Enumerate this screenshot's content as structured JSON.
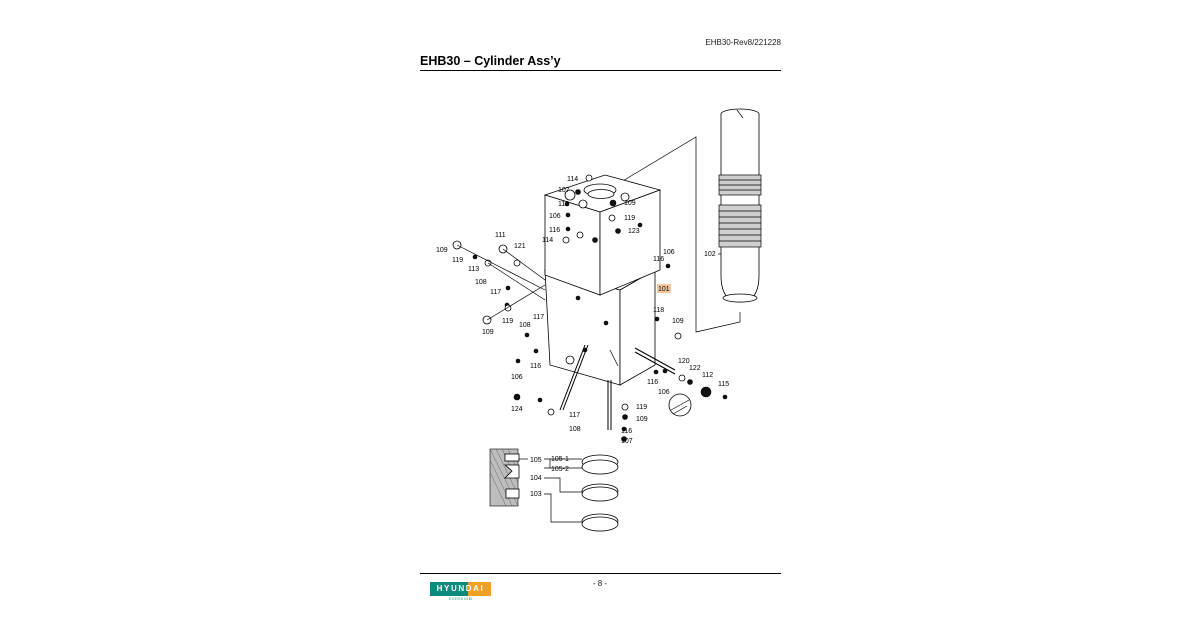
{
  "header": {
    "doc_code": "EHB30-Rev8/221228",
    "title": "EHB30 – Cylinder Ass’y"
  },
  "footer": {
    "page_number": "- 8 -",
    "logo_text": "HYUNDAI",
    "logo_subtext": "EVERDIGM",
    "logo_colors": {
      "green": "#0b8a7d",
      "orange": "#f0a024"
    }
  },
  "diagram": {
    "highlight_color": "#f6c79e",
    "callouts": [
      "114",
      "107",
      "116",
      "106",
      "116",
      "114",
      "109",
      "119",
      "123",
      "109",
      "119",
      "113",
      "111",
      "121",
      "108",
      "117",
      "106",
      "116",
      "101",
      "102",
      "119",
      "109",
      "108",
      "117",
      "118",
      "109",
      "106",
      "116",
      "120",
      "122",
      "112",
      "115",
      "116",
      "106",
      "124",
      "117",
      "108",
      "119",
      "109",
      "116",
      "107",
      "105",
      "105-1",
      "105-2",
      "104",
      "103"
    ]
  }
}
